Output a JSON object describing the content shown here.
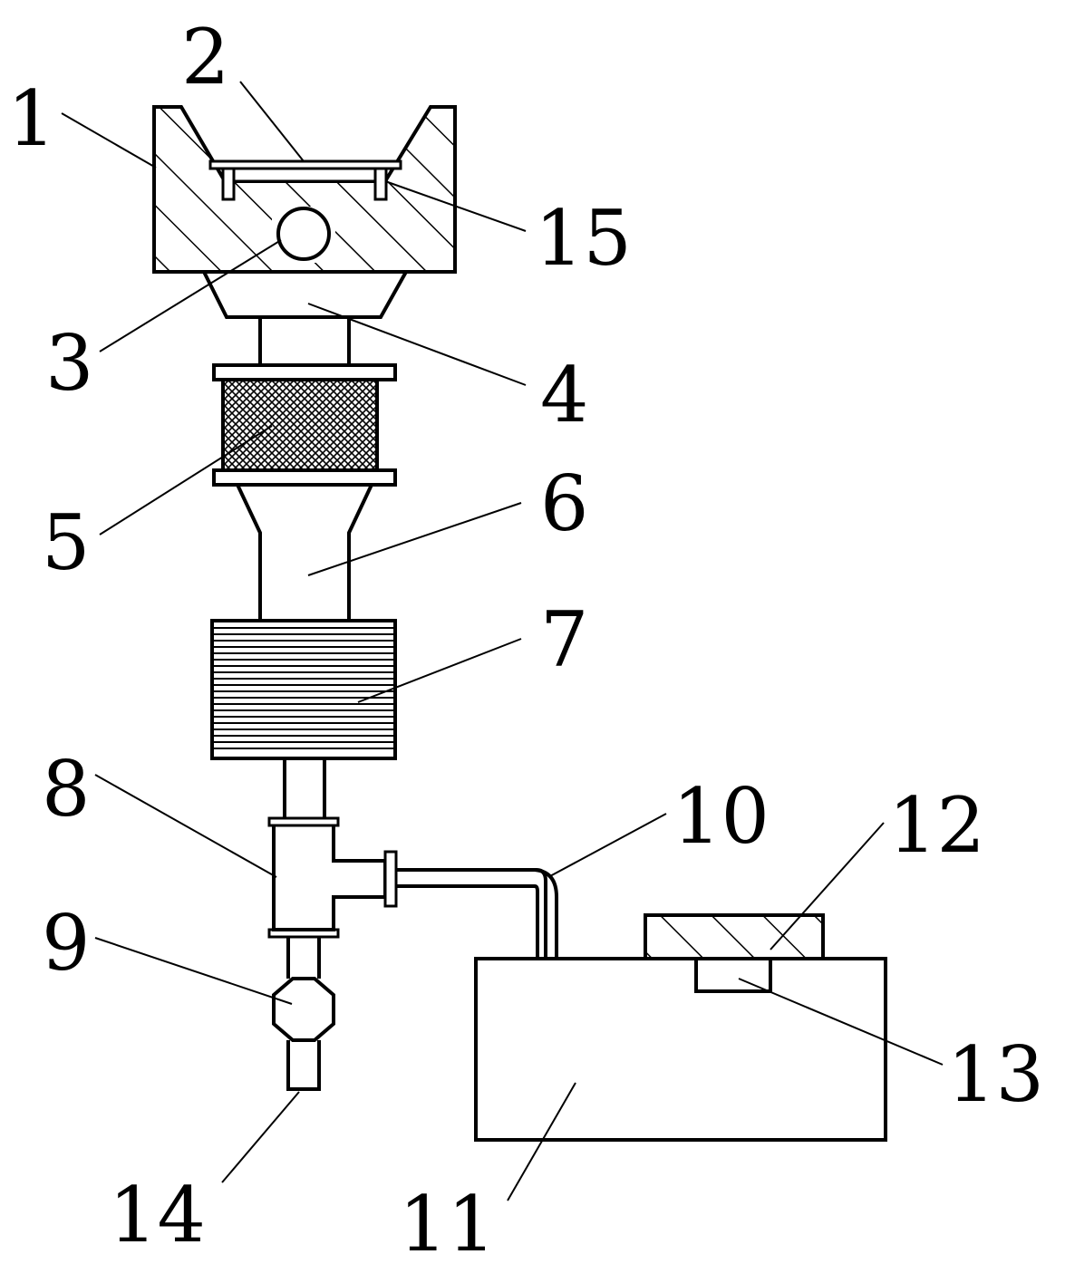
{
  "figure": {
    "labels": [
      "1",
      "2",
      "3",
      "4",
      "5",
      "6",
      "7",
      "8",
      "9",
      "10",
      "11",
      "12",
      "13",
      "14",
      "15"
    ]
  }
}
